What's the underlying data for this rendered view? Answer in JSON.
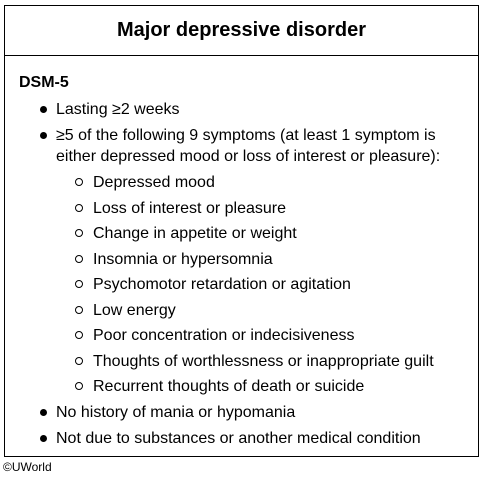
{
  "title": "Major depressive disorder",
  "section": {
    "heading": "DSM-5",
    "items": [
      {
        "text": "Lasting ≥2 weeks"
      },
      {
        "text": "≥5 of the following 9 symptoms (at least 1 symptom is either depressed mood or loss of interest or pleasure):",
        "subitems": [
          "Depressed mood",
          "Loss of interest or pleasure",
          "Change in appetite or weight",
          "Insomnia or hypersomnia",
          "Psychomotor retardation or agitation",
          "Low energy",
          "Poor concentration or indecisiveness",
          "Thoughts of worthlessness or inappropriate guilt",
          "Recurrent thoughts of death or suicide"
        ]
      },
      {
        "text": "No history of mania or hypomania"
      },
      {
        "text": "Not due to substances or another medical condition"
      }
    ]
  },
  "footer": "©UWorld"
}
